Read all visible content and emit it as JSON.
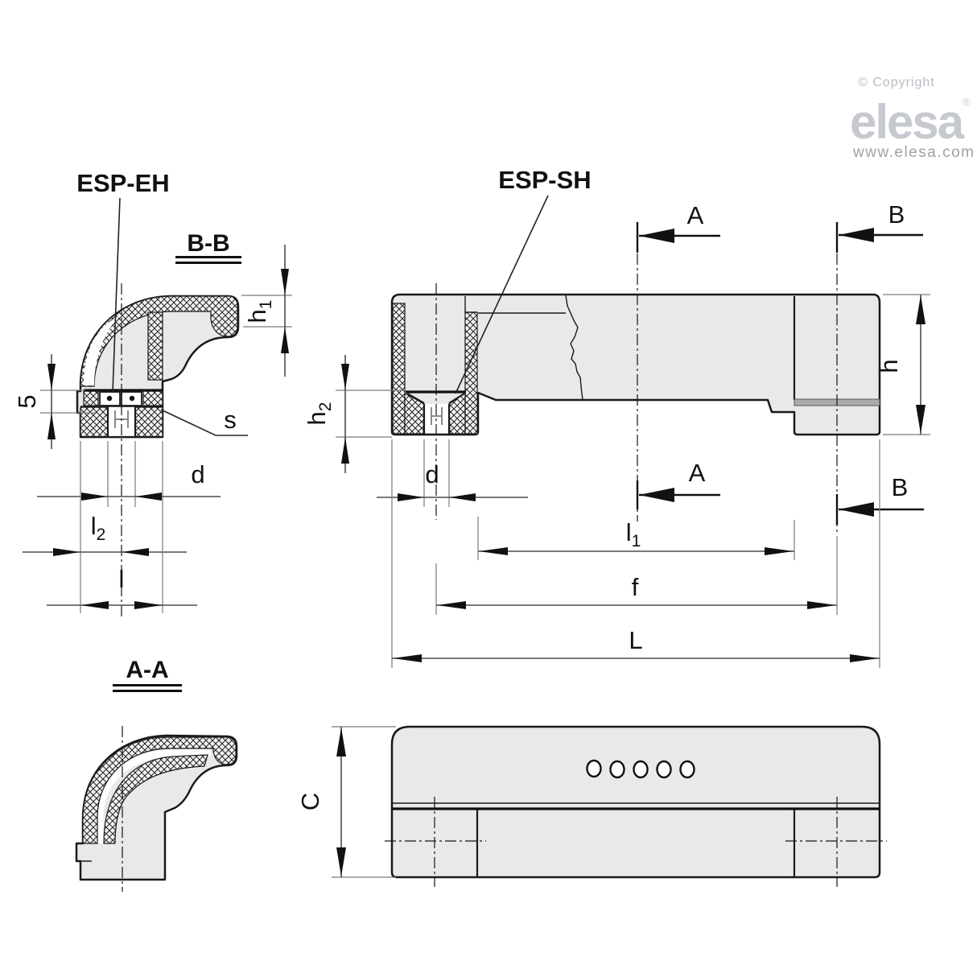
{
  "branding": {
    "copyright": "© Copyright",
    "logo": "elesa",
    "registered_mark": "®",
    "website": "www.elesa.com"
  },
  "callouts": {
    "handle_cover": "ESP-EH",
    "screw_cover": "ESP-SH"
  },
  "sections": {
    "bb_title": "B-B",
    "aa_title": "A-A",
    "cut_a": "A",
    "cut_b": "B"
  },
  "dimensions": {
    "h1": {
      "base": "h",
      "sub": "1"
    },
    "h2": {
      "base": "h",
      "sub": "2"
    },
    "l1": {
      "base": "l",
      "sub": "1"
    },
    "l2": {
      "base": "l",
      "sub": "2"
    },
    "insert_height": "5",
    "wall_thickness": "s",
    "hole_diameter": "d",
    "hole_length": "l",
    "total_height": "h",
    "center_distance": "f",
    "total_length": "L",
    "body_width": "C"
  },
  "colors": {
    "body_fill": "#e9e9e9",
    "outline": "#1a1a1a",
    "dimension_line": "#4d4d4d",
    "logo_gray": "#c6c9cf"
  }
}
